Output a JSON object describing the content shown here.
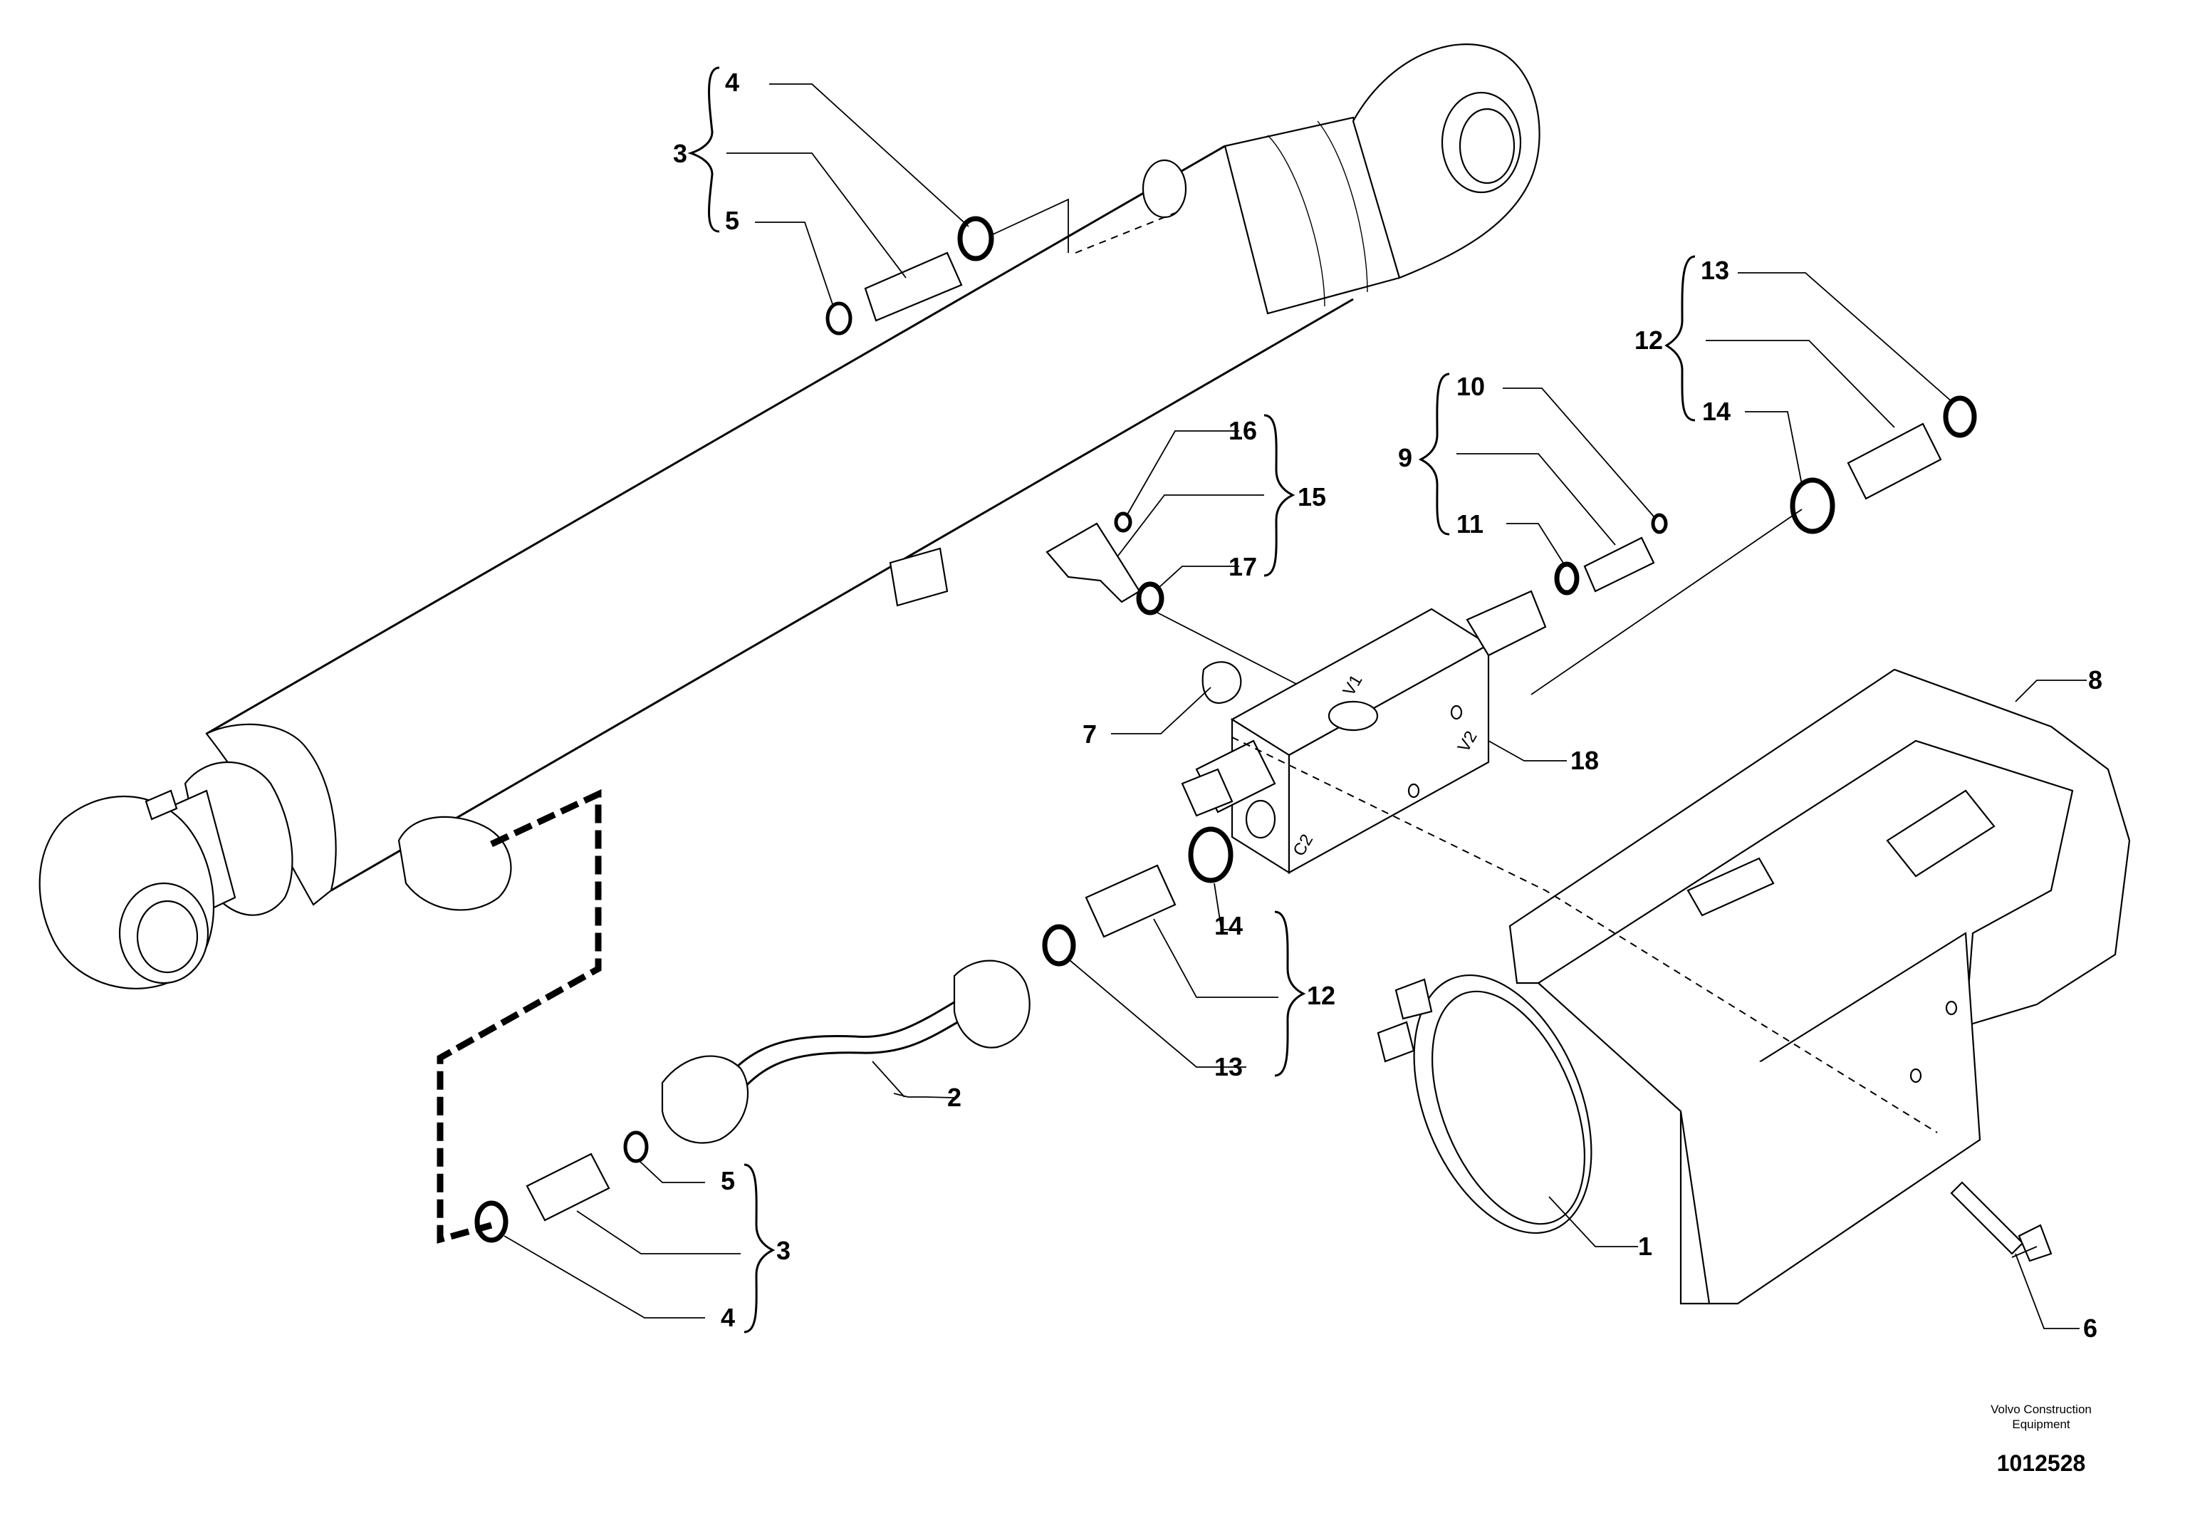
{
  "labels": {
    "l1": "1",
    "l2": "2",
    "l3a": "3",
    "l3b": "3",
    "l4a": "4",
    "l4b": "4",
    "l5a": "5",
    "l5b": "5",
    "l6": "6",
    "l7": "7",
    "l8": "8",
    "l9": "9",
    "l10": "10",
    "l11": "11",
    "l12a": "12",
    "l12b": "12",
    "l13a": "13",
    "l13b": "13",
    "l14a": "14",
    "l14b": "14",
    "l15": "15",
    "l16": "16",
    "l17": "17",
    "l18": "18"
  },
  "valve_markings": {
    "v1": "V1",
    "v2": "V2",
    "c2": "C2"
  },
  "footer": {
    "brand": "Volvo Construction Equipment",
    "doc_number": "1012528"
  }
}
